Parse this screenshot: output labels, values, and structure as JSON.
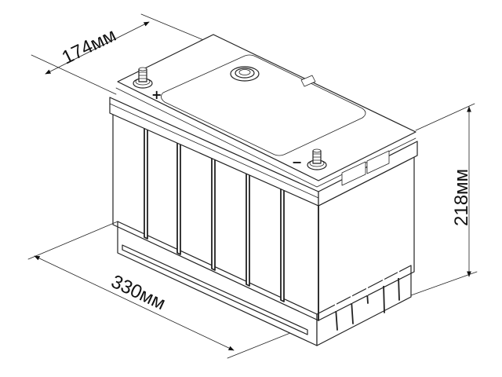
{
  "diagram": {
    "subject": "battery",
    "dimensions": {
      "width": {
        "label": "174мм",
        "value": 174,
        "unit": "мм"
      },
      "height": {
        "label": "218мм",
        "value": 218,
        "unit": "мм"
      },
      "length": {
        "label": "330мм",
        "value": 330,
        "unit": "мм"
      }
    },
    "terminals": {
      "positive": {
        "symbol": "+"
      },
      "negative": {
        "symbol": "−"
      }
    },
    "colors": {
      "line": "#222222",
      "background": "#ffffff"
    }
  }
}
